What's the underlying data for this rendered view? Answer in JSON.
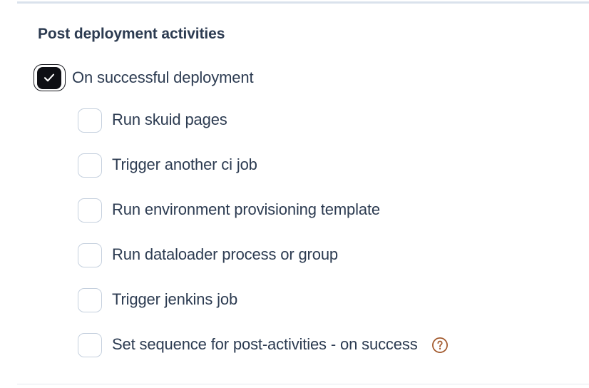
{
  "section": {
    "title": "Post deployment activities"
  },
  "colors": {
    "text": "#2c3b51",
    "checkbox_border": "#c5d0de",
    "checkbox_checked_bg": "#0e0f14",
    "divider_top": "#dae2ec",
    "divider_bottom": "#e3e8ee",
    "help_icon": "#a1572a"
  },
  "root_option": {
    "label": "On successful deployment",
    "checked": true,
    "checkbox_icon": "checkmark-icon"
  },
  "sub_options": [
    {
      "label": "Run skuid pages",
      "checked": false,
      "help": false
    },
    {
      "label": "Trigger another ci job",
      "checked": false,
      "help": false
    },
    {
      "label": "Run environment provisioning template",
      "checked": false,
      "help": false
    },
    {
      "label": "Run dataloader process or group",
      "checked": false,
      "help": false
    },
    {
      "label": "Trigger jenkins job",
      "checked": false,
      "help": false
    },
    {
      "label": "Set sequence for post-activities - on success",
      "checked": false,
      "help": true,
      "help_icon": "help-circle-icon"
    }
  ]
}
